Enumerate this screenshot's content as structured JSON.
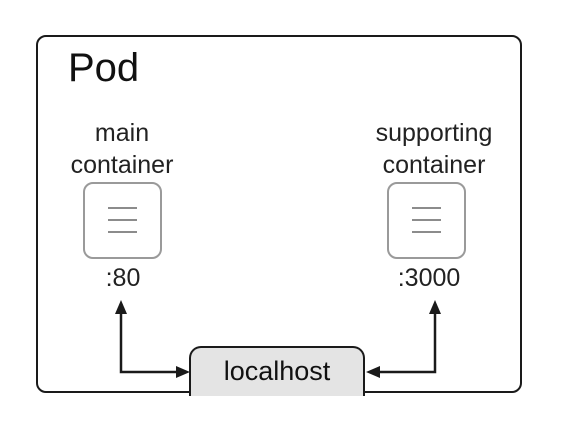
{
  "pod": {
    "title": "Pod"
  },
  "containers": [
    {
      "label_line1": "main",
      "label_line2": "container",
      "port": ":80",
      "icon": "document-lines-icon"
    },
    {
      "label_line1": "supporting",
      "label_line2": "container",
      "port": ":3000",
      "icon": "document-lines-icon"
    }
  ],
  "network": {
    "label": "localhost"
  },
  "colors": {
    "stroke": "#1a1a1a",
    "container_border": "#9a9a9a",
    "icon_lines": "#8c8c8c",
    "localhost_fill": "#e4e4e4"
  }
}
